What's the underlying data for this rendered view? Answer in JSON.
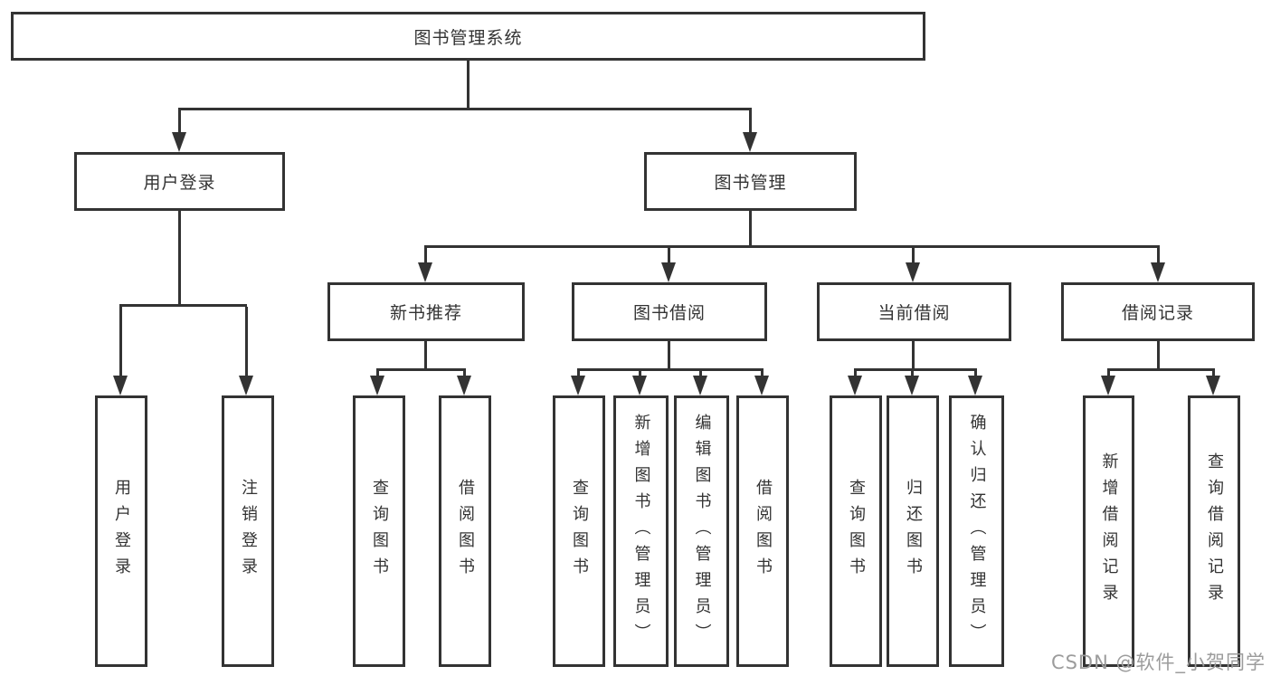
{
  "diagram": {
    "type": "hierarchy",
    "root": "图书管理系统",
    "branches": [
      {
        "label": "用户登录",
        "leaves": [
          "用户登录",
          "注销登录"
        ]
      },
      {
        "label": "图书管理",
        "groups": [
          {
            "label": "新书推荐",
            "leaves": [
              "查询图书",
              "借阅图书"
            ]
          },
          {
            "label": "图书借阅",
            "leaves": [
              "查询图书",
              "新增图书（管理员）",
              "编辑图书（管理员）",
              "借阅图书"
            ]
          },
          {
            "label": "当前借阅",
            "leaves": [
              "查询图书",
              "归还图书",
              "确认归还（管理员）"
            ]
          },
          {
            "label": "借阅记录",
            "leaves": [
              "新增借阅记录",
              "查询借阅记录"
            ]
          }
        ]
      }
    ]
  },
  "watermark": "CSDN @软件_小贺同学",
  "colors": {
    "line": "#333333",
    "text": "#333333",
    "box_background": "#ffffff",
    "page_background": "#ffffff",
    "watermark": "#9c9c9c"
  }
}
